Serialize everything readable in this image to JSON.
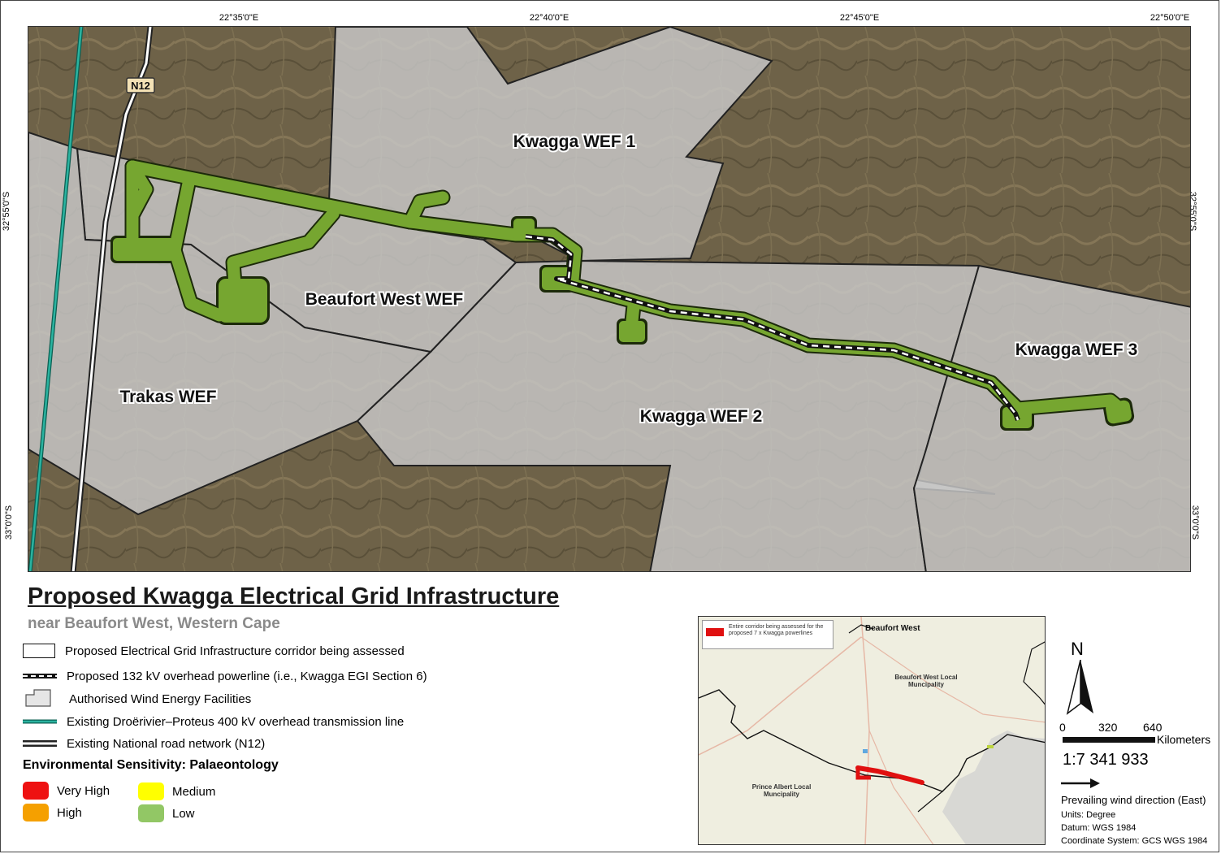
{
  "coords": {
    "top": [
      "22°35'0\"E",
      "22°40'0\"E",
      "22°45'0\"E",
      "22°50'0\"E"
    ],
    "left": [
      "32°55'0\"S",
      "33°0'0\"S"
    ],
    "right": [
      "32°55'0\"S",
      "33°0'0\"S"
    ]
  },
  "map": {
    "road_shield": "N12",
    "areas": {
      "kwagga1": "Kwagga WEF 1",
      "beaufort": "Beaufort West WEF",
      "kwagga2": "Kwagga WEF 2",
      "kwagga3": "Kwagga WEF 3",
      "trakas": "Trakas WEF"
    },
    "colors": {
      "terrain": "#6e6248",
      "wef_fill": "#c9c9c9",
      "corridor": "#76a630",
      "transmission": "#2bb3a0"
    }
  },
  "title": "Proposed Kwagga Electrical Grid Infrastructure",
  "subtitle": "near Beaufort West, Western Cape",
  "legend": {
    "corridor": "Proposed Electrical Grid Infrastructure corridor being assessed",
    "powerline": "Proposed 132 kV overhead powerline (i.e., Kwagga EGI Section 6)",
    "wef": "Authorised Wind Energy Facilities",
    "transmission": "Existing Droërivier–Proteus 400 kV overhead transmission line",
    "road": "Existing National road network (N12)"
  },
  "sensitivity": {
    "title": "Environmental Sensitivity: Palaeontology",
    "items": [
      {
        "label": "Very High",
        "color": "#ee1111"
      },
      {
        "label": "High",
        "color": "#f5a000"
      },
      {
        "label": "Medium",
        "color": "#ffff00"
      },
      {
        "label": "Low",
        "color": "#92c765"
      }
    ]
  },
  "inset": {
    "legend_text": "Entire corridor being assessed for the proposed 7 x Kwagga powerlines",
    "town": "Beaufort West",
    "municipality_1": "Beaufort West Local Muncipality",
    "municipality_2": "Prince Albert Local Muncipality",
    "corridor_color": "#e01010"
  },
  "scale": {
    "north": "N",
    "ticks": [
      "0",
      "320",
      "640"
    ],
    "units_label": "Kilometers",
    "ratio": "1:7 341 933",
    "wind": "Prevailing wind direction (East)",
    "units": "Units: Degree",
    "datum": "Datum: WGS 1984",
    "crs": "Coordinate System: GCS WGS 1984"
  }
}
